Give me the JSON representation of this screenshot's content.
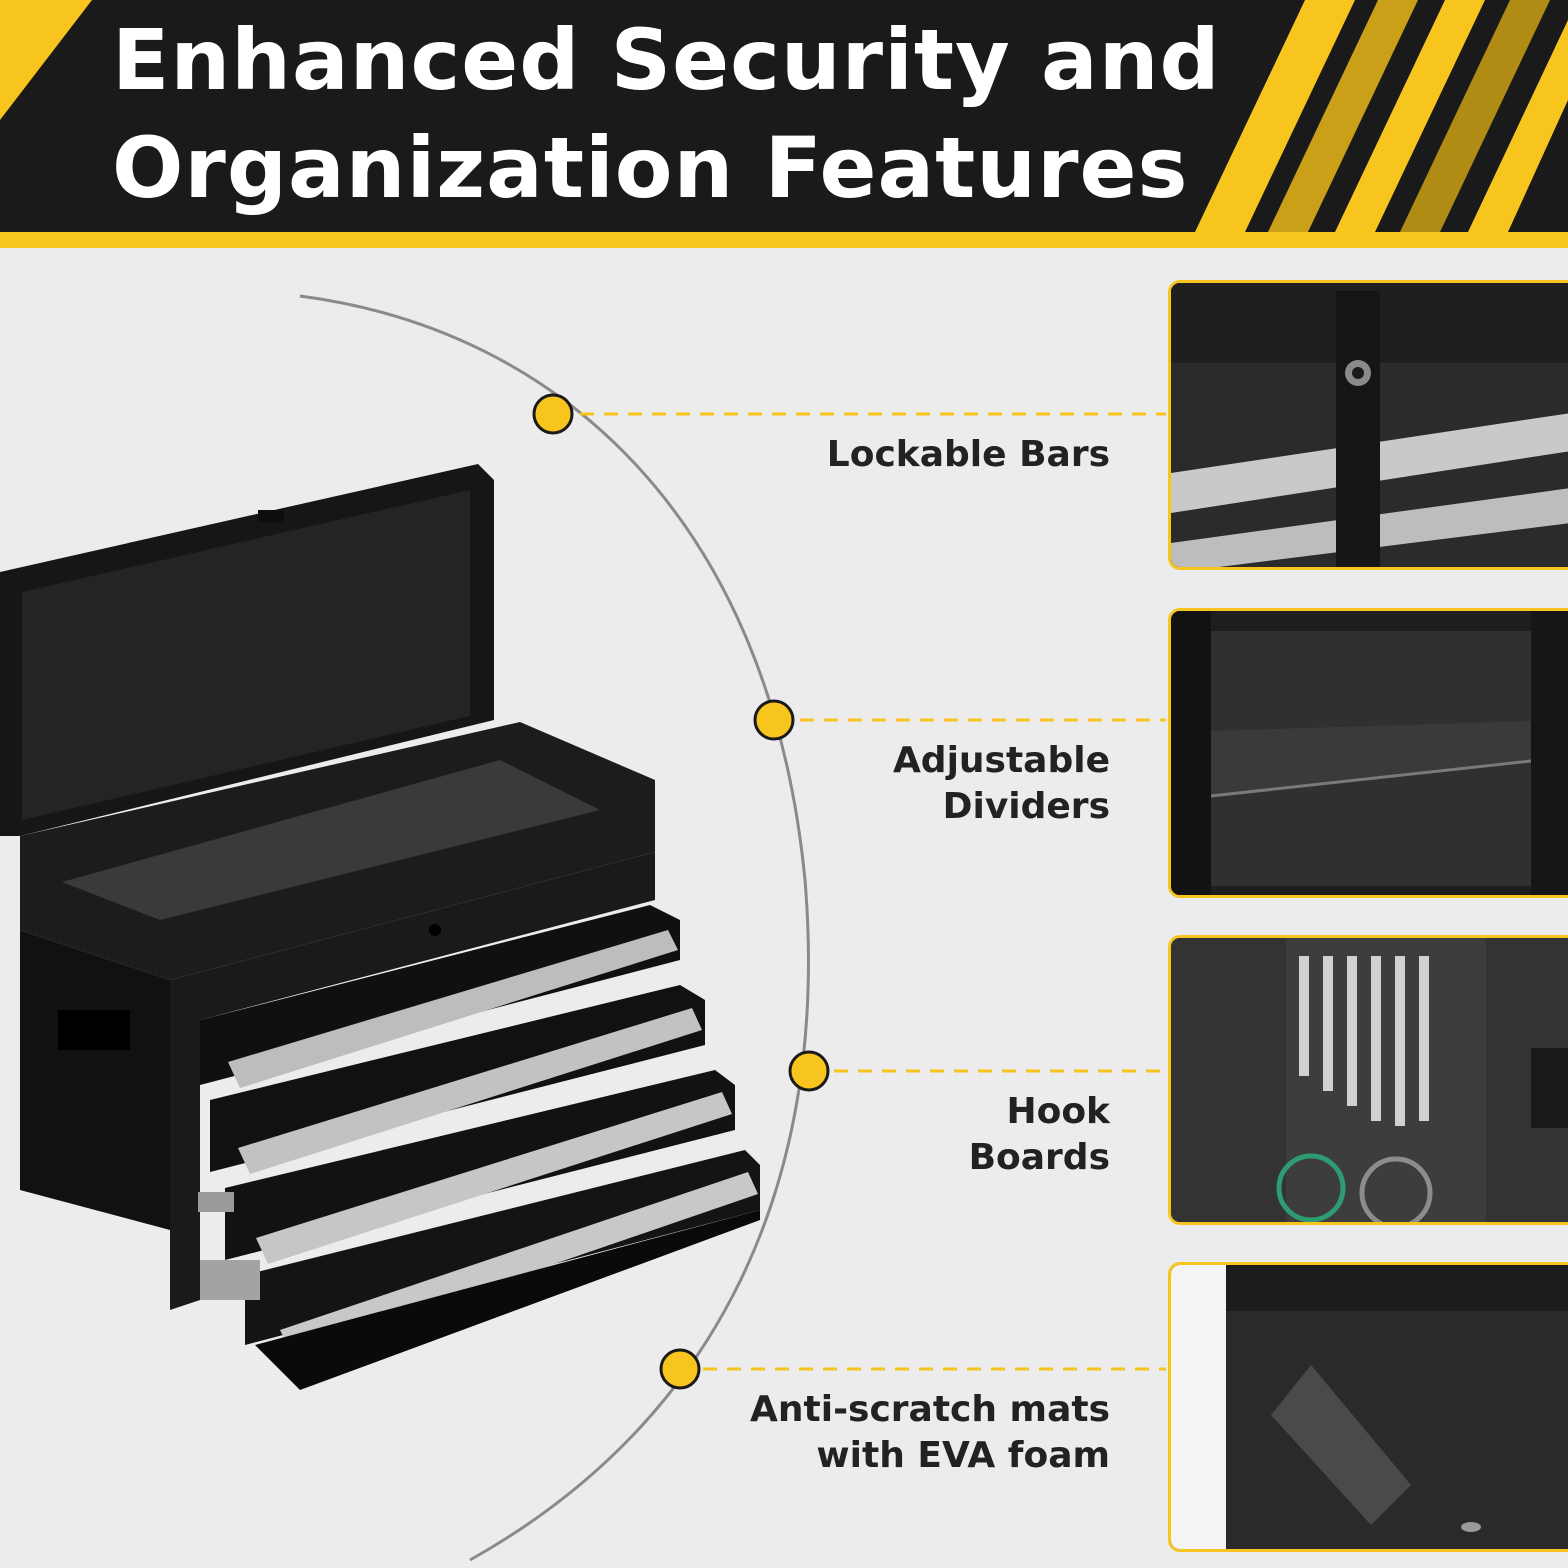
{
  "header": {
    "title_line_1": "Enhanced Security and",
    "title_line_2": "Organization Features"
  },
  "features": [
    {
      "label_lines": [
        "Lockable Bars"
      ],
      "icon": "lock-bar-photo"
    },
    {
      "label_lines": [
        "Adjustable",
        "Dividers"
      ],
      "icon": "divider-photo"
    },
    {
      "label_lines": [
        "Hook",
        "Boards"
      ],
      "icon": "hook-board-photo"
    },
    {
      "label_lines": [
        "Anti-scratch mats",
        "with EVA foam"
      ],
      "icon": "mat-photo"
    }
  ],
  "colors": {
    "accent": "#f7c51e",
    "header_bg": "#1a1a1a",
    "page_bg": "#ececec",
    "label_text": "#222222"
  }
}
